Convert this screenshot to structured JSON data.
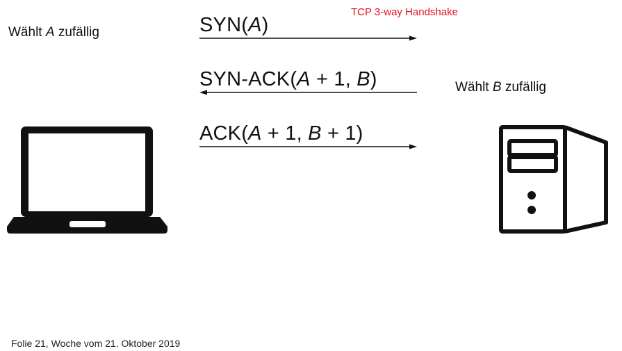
{
  "overlay_title": "TCP 3-way Handshake",
  "client": {
    "label_prefix": "Wählt ",
    "label_var": "A",
    "label_suffix": " zufällig",
    "icon": "laptop-icon"
  },
  "server": {
    "label_prefix": "Wählt ",
    "label_var": "B",
    "label_suffix": " zufällig",
    "icon": "server-tower-icon"
  },
  "messages": [
    {
      "parts": [
        {
          "text": "SYN(",
          "italic": false
        },
        {
          "text": "A",
          "italic": true
        },
        {
          "text": ")",
          "italic": false
        }
      ],
      "direction": "client-to-server"
    },
    {
      "parts": [
        {
          "text": "SYN-ACK(",
          "italic": false
        },
        {
          "text": "A",
          "italic": true
        },
        {
          "text": " + 1, ",
          "italic": false
        },
        {
          "text": "B",
          "italic": true
        },
        {
          "text": ")",
          "italic": false
        }
      ],
      "direction": "server-to-client"
    },
    {
      "parts": [
        {
          "text": "ACK(",
          "italic": false
        },
        {
          "text": "A",
          "italic": true
        },
        {
          "text": " + 1, ",
          "italic": false
        },
        {
          "text": "B",
          "italic": true
        },
        {
          "text": " + 1)",
          "italic": false
        }
      ],
      "direction": "client-to-server"
    }
  ],
  "footer": "Folie 21, Woche vom 21. Oktober 2019",
  "colors": {
    "overlay_text": "#e0121b",
    "line": "#111111"
  }
}
